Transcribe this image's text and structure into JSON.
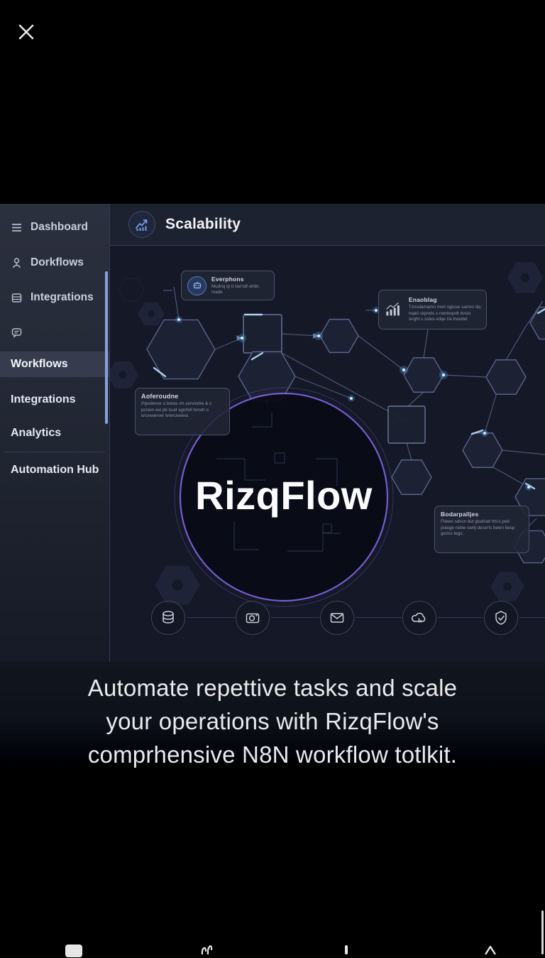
{
  "viewer": {
    "close_icon": "✕"
  },
  "image": {
    "sidebar": {
      "items_top": [
        {
          "icon": "menu-icon",
          "label": "Dashboard"
        },
        {
          "icon": "workflow-person-icon",
          "label": "Dorkflows"
        },
        {
          "icon": "integrations-box-icon",
          "label": "Integrations"
        },
        {
          "icon": "chat-icon",
          "label": ""
        }
      ],
      "items_nav": [
        {
          "label": "Workflows",
          "selected": true
        },
        {
          "label": "Integrations",
          "selected": false
        },
        {
          "label": "Analytics",
          "selected": false
        },
        {
          "label": "Automation Hub",
          "selected": false
        }
      ]
    },
    "header": {
      "icon": "growth-chart-icon",
      "title": "Scalability"
    },
    "callouts": [
      {
        "icon": "bot-icon",
        "title": "Everphons",
        "lines": [
          "Mudriq tp b tad tdf-sihbt,",
          "rvade"
        ]
      },
      {
        "icon": "bar-chart-icon",
        "title": "Enaoblag",
        "lines": [
          "Tznsdamamn msrt sgtuse samvz dq",
          "nqad siqvwts s nanteqvdt dvsto",
          "snght s ssles-vdqe t/a trwvdet"
        ]
      },
      {
        "title": "Aoferoudne",
        "lines": [
          "Pipvdwver o betas rm servindre & s",
          "pcnwn ew pb tsud sgn/tvll tvrodr-s",
          "wruvwerver tvreruvwesl."
        ]
      },
      {
        "title": "Bodarpalljes",
        "lines": [
          "Ftwws sdvcn dut gtudswt nts's ped",
          "poiege rwbw swrlj desw'ts bewn besp",
          "gezns tegs."
        ]
      }
    ],
    "logo": "RizqFlow",
    "integration_icons": [
      "database-icon",
      "camera-icon",
      "mail-icon",
      "cloud-icon",
      "shield-icon"
    ],
    "caption_lines": [
      "Automate repettive tasks and scale",
      "your operations with RizqFlow's",
      "comprhensive N8N workflow totlkit."
    ]
  },
  "colors": {
    "accent_purple": "#7a5fd6",
    "glow_blue": "#9fd4ff",
    "scrollbar_blue": "#8ba6e8",
    "selected_bg": "#363c4e"
  }
}
